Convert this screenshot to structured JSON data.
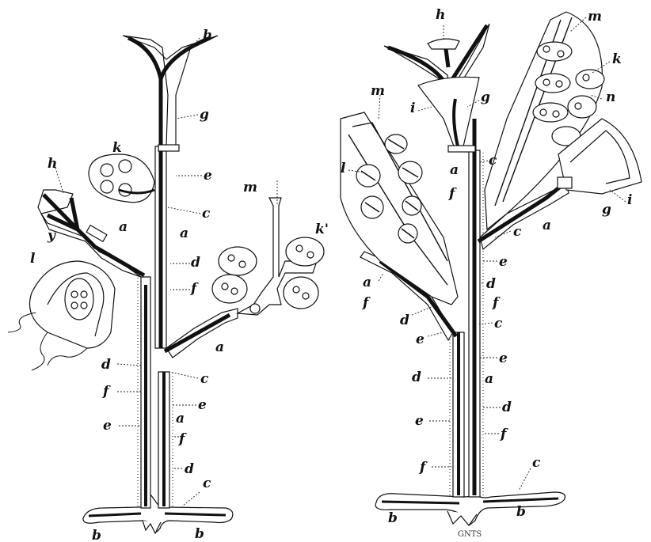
{
  "figure": {
    "left": {
      "labels": {
        "h_top": "h",
        "g": "g",
        "k": "k",
        "e1": "e",
        "h_left": "h",
        "c1": "c",
        "a1": "a",
        "m": "m",
        "k_prime": "k'",
        "y": "y",
        "a2": "a",
        "d1": "d",
        "l": "l",
        "f1": "f",
        "a3": "a",
        "d2": "d",
        "c2": "c",
        "f2": "f",
        "e2": "e",
        "e3": "e",
        "a4": "a",
        "f3": "f",
        "d3": "d",
        "c3": "c",
        "b1": "b",
        "b2": "b"
      }
    },
    "right": {
      "labels": {
        "h": "h",
        "m1": "m",
        "k": "k",
        "m2": "m",
        "g1": "g",
        "i1": "i",
        "n": "n",
        "c1": "c",
        "a1": "a",
        "l": "l",
        "f1": "f",
        "g2": "g",
        "i2": "i",
        "a2": "a",
        "c2": "c",
        "a3": "a",
        "e1": "e",
        "d1": "d",
        "f2": "f",
        "f3": "f",
        "d2": "d",
        "c3": "c",
        "e2": "e",
        "e3": "e",
        "d3": "d",
        "a4": "a",
        "d4": "d",
        "e4": "e",
        "f4": "f",
        "f5": "f",
        "c4": "c",
        "b1": "b",
        "b2": "b"
      }
    },
    "signature": "GNTS"
  }
}
